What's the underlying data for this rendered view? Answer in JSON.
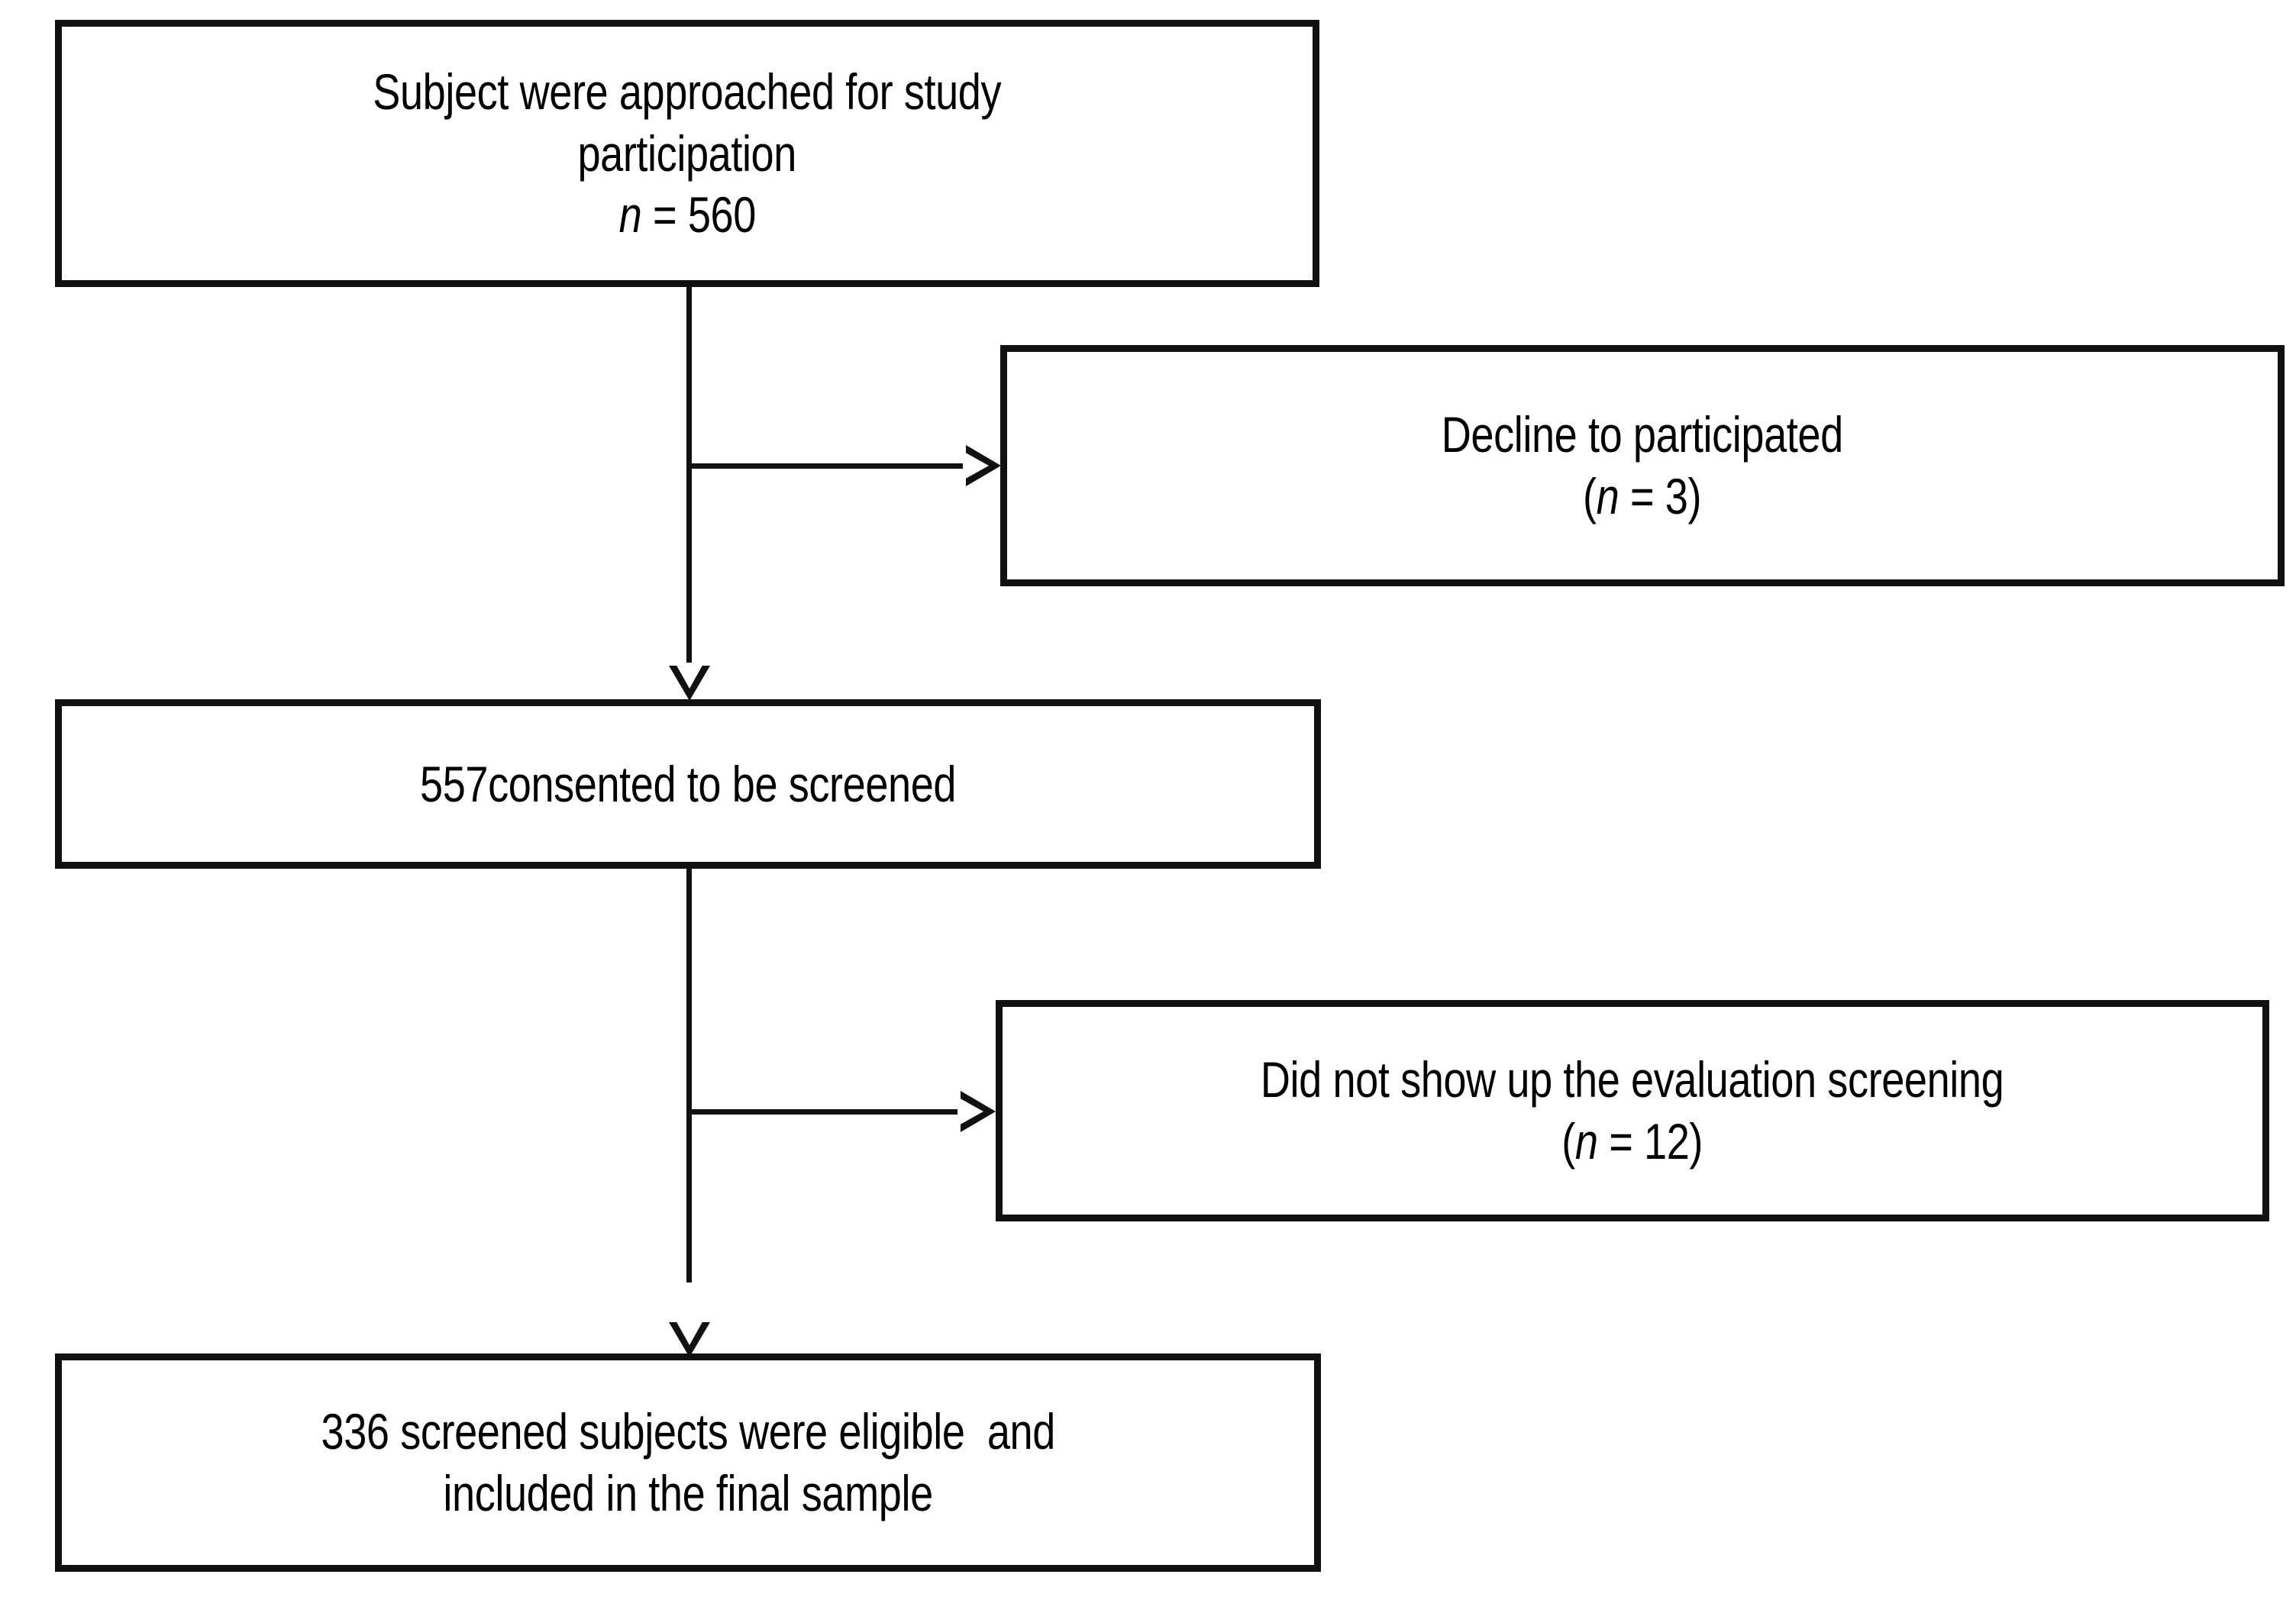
{
  "diagram": {
    "type": "flowchart",
    "title": "Participant flow through study screening",
    "orientation": "top-to-bottom",
    "colors": {
      "box_border": "#111111",
      "box_fill": "#ffffff",
      "connector": "#111111",
      "text": "#000000",
      "background": "#ffffff"
    },
    "nodes": [
      {
        "id": "approached",
        "name": "subjects-approached-box",
        "lines": [
          "Subject were approached for study",
          "participation",
          "n = 560"
        ],
        "italic_prefix": "n",
        "count": 560
      },
      {
        "id": "decline",
        "name": "decline-to-participate-box",
        "lines": [
          "Decline to participated",
          "(n = 3)"
        ],
        "italic_prefix": "n",
        "count": 3
      },
      {
        "id": "consented",
        "name": "consented-to-be-screened-box",
        "lines": [
          "557consented to be screened"
        ],
        "count": 557
      },
      {
        "id": "noshow",
        "name": "did-not-show-up-box",
        "lines": [
          "Did not show up the evaluation screening",
          "(n = 12)"
        ],
        "italic_prefix": "n",
        "count": 12
      },
      {
        "id": "final",
        "name": "final-sample-box",
        "lines": [
          "336 screened subjects were eligible  and",
          "included in the final sample"
        ],
        "count": 336
      }
    ],
    "edges": [
      {
        "from": "approached",
        "to": "decline",
        "direction": "right",
        "style": "solid"
      },
      {
        "from": "approached",
        "to": "consented",
        "direction": "down",
        "style": "solid"
      },
      {
        "from": "consented",
        "to": "noshow",
        "direction": "right",
        "style": "solid"
      },
      {
        "from": "consented",
        "to": "final",
        "direction": "down",
        "style": "solid"
      }
    ]
  },
  "box_approached": {
    "line1": "Subject were approached for study",
    "line2": "participation",
    "n_label": "n",
    "n_value": " = 560"
  },
  "box_decline": {
    "line1": "Decline to participated",
    "paren_open": "(",
    "n_label": "n",
    "n_value": " = 3",
    "paren_close": ")"
  },
  "box_consented": {
    "line1": "557consented to be screened"
  },
  "box_noshow": {
    "line1": "Did not show up the evaluation screening",
    "paren_open": "(",
    "n_label": "n",
    "n_value": " = 12",
    "paren_close": ")"
  },
  "box_final": {
    "line1": "336 screened subjects were eligible  and",
    "line2": "included in the final sample"
  }
}
